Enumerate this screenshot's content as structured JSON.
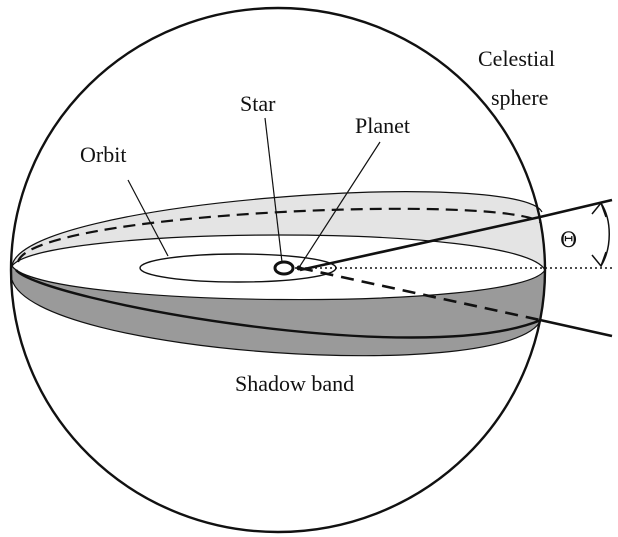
{
  "labels": {
    "celestial_sphere_line1": "Celestial",
    "celestial_sphere_line2": "sphere",
    "star": "Star",
    "planet": "Planet",
    "orbit": "Orbit",
    "shadow_band": "Shadow band",
    "angle": "Θ"
  },
  "colors": {
    "outline": "#111111",
    "band_upper": "#e4e4e4",
    "band_lower": "#9a9a9a",
    "background": "#ffffff"
  }
}
